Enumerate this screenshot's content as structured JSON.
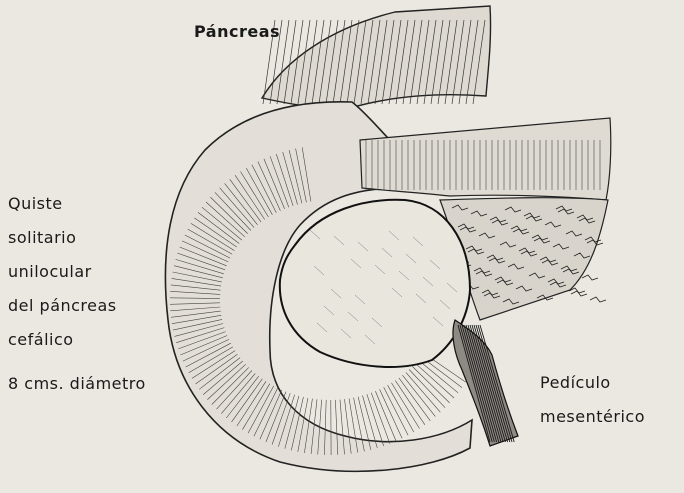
{
  "labels": {
    "pancreas": "Páncreas",
    "cyst_lines": [
      "Quiste",
      "solitario",
      "unilocular",
      "del páncreas",
      "cefálico",
      "8 cms. diámetro"
    ],
    "pedicle_lines": [
      "Pedículo",
      "mesentérico"
    ]
  },
  "colors": {
    "paper": "#ebe8e1",
    "ink": "#1a1a1a"
  }
}
